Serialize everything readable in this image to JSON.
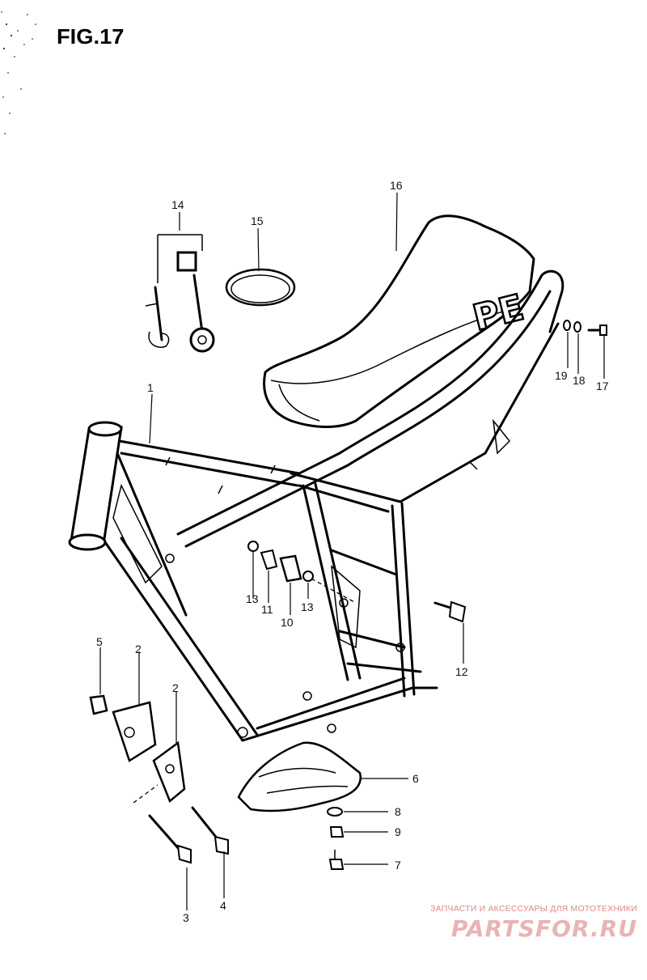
{
  "figure": {
    "title": "FIG.17"
  },
  "parts": [
    {
      "id": "p1",
      "label": "1"
    },
    {
      "id": "p2a",
      "label": "2"
    },
    {
      "id": "p2b",
      "label": "2"
    },
    {
      "id": "p3",
      "label": "3"
    },
    {
      "id": "p4",
      "label": "4"
    },
    {
      "id": "p5",
      "label": "5"
    },
    {
      "id": "p6",
      "label": "6"
    },
    {
      "id": "p7",
      "label": "7"
    },
    {
      "id": "p8",
      "label": "8"
    },
    {
      "id": "p9",
      "label": "9"
    },
    {
      "id": "p10",
      "label": "10"
    },
    {
      "id": "p11",
      "label": "11"
    },
    {
      "id": "p12",
      "label": "12"
    },
    {
      "id": "p13a",
      "label": "13"
    },
    {
      "id": "p13b",
      "label": "13"
    },
    {
      "id": "p14",
      "label": "14"
    },
    {
      "id": "p15",
      "label": "15"
    },
    {
      "id": "p16",
      "label": "16"
    },
    {
      "id": "p17",
      "label": "17"
    },
    {
      "id": "p18",
      "label": "18"
    },
    {
      "id": "p19",
      "label": "19"
    }
  ],
  "seat_lettering": "PE",
  "watermark": {
    "line1": "ЗАПЧАСТИ И АКСЕССУАРЫ ДЛЯ МОТОТЕХНИКИ",
    "line2": "PARTSFOR.RU"
  }
}
